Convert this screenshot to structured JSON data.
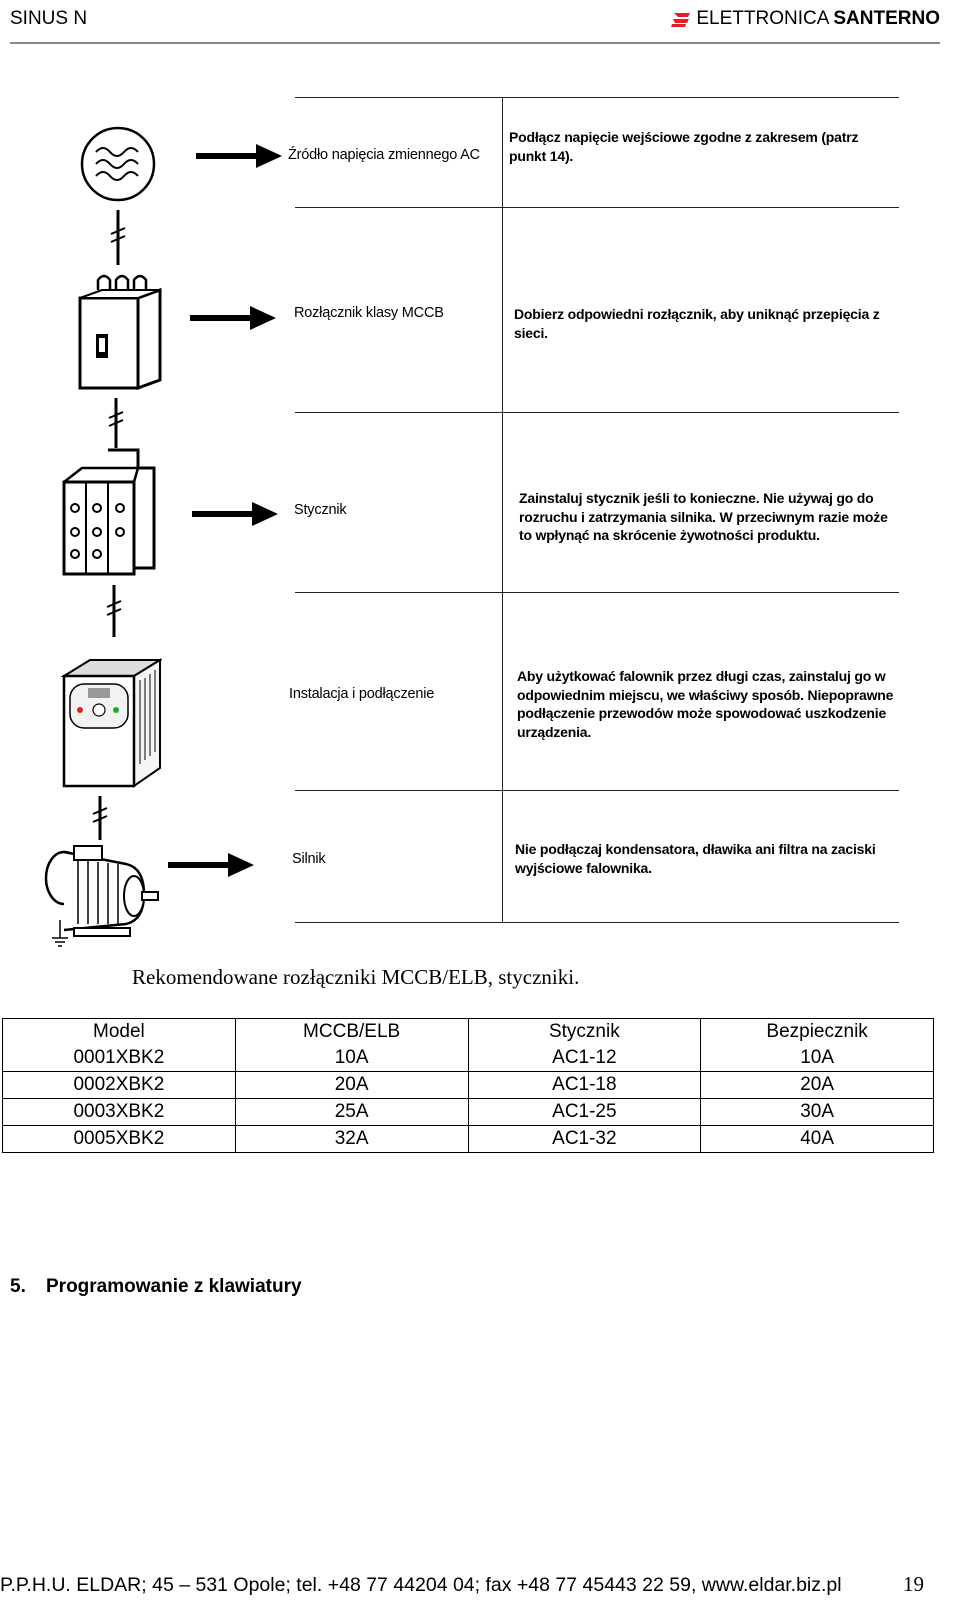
{
  "header": {
    "left": "SINUS N",
    "brand_prefix": "ELETTRONICA",
    "brand_name": "SANTERNO",
    "logo_icon": "santerno-s-logo",
    "logo_color": "#e31e24"
  },
  "diagram": {
    "rows": [
      {
        "icon": "ac-power-source-icon",
        "label": "Źródło napięcia zmiennego AC",
        "description": "Podłącz napięcie wejściowe zgodne z zakresem (patrz punkt 14)."
      },
      {
        "icon": "mccb-breaker-icon",
        "label": "Rozłącznik klasy MCCB",
        "description": "Dobierz odpowiedni rozłącznik, aby uniknąć przepięcia z sieci."
      },
      {
        "icon": "contactor-icon",
        "label": "Stycznik",
        "description": "Zainstaluj stycznik jeśli to konieczne. Nie używaj go do rozruchu i zatrzymania silnika. W przeciwnym razie może to wpłynąć na skrócenie żywotności produktu."
      },
      {
        "icon": "inverter-icon",
        "label": "Instalacja i podłączenie",
        "description": "Aby użytkować falownik przez długi czas, zainstaluj go w odpowiednim miejscu, we właściwy sposób. Niepoprawne podłączenie przewodów może spowodować uszkodzenie urządzenia."
      },
      {
        "icon": "motor-icon",
        "label": "Silnik",
        "description": "Nie podłączaj kondensatora, dławika ani filtra na zaciski wyjściowe falownika."
      }
    ]
  },
  "table": {
    "caption": "Rekomendowane rozłączniki MCCB/ELB, styczniki.",
    "headers": [
      "Model",
      "MCCB/ELB",
      "Stycznik",
      "Bezpiecznik"
    ],
    "rows": [
      [
        "0001XBK2",
        "10A",
        "AC1-12",
        "10A"
      ],
      [
        "0002XBK2",
        "20A",
        "AC1-18",
        "20A"
      ],
      [
        "0003XBK2",
        "25A",
        "AC1-25",
        "30A"
      ],
      [
        "0005XBK2",
        "32A",
        "AC1-32",
        "40A"
      ]
    ]
  },
  "section": {
    "number": "5.",
    "title": "Programowanie z klawiatury"
  },
  "footer": {
    "text": "P.P.H.U. ELDAR; 45 – 531 Opole; tel. +48 77 44204 04; fax +48 77 45443 22 59, www.eldar.biz.pl",
    "page_number": "19"
  }
}
